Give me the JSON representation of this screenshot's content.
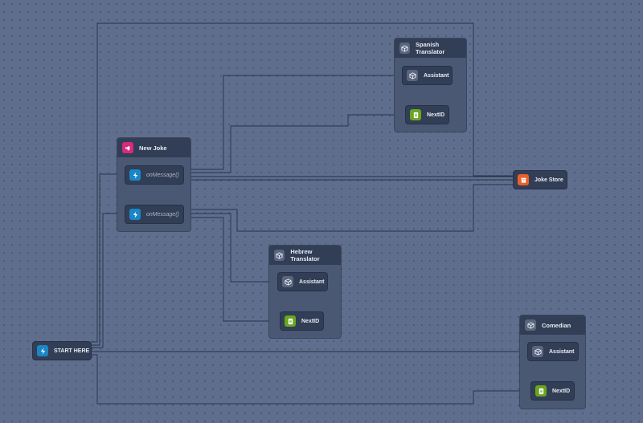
{
  "nodes": {
    "start_here": {
      "label": "START HERE",
      "icon": "bolt-icon"
    },
    "new_joke": {
      "title": "New Joke",
      "icon": "megaphone-icon",
      "handlers": [
        {
          "label": "onMessage()",
          "icon": "bolt-icon"
        },
        {
          "label": "onMessage()",
          "icon": "bolt-icon"
        }
      ]
    },
    "spanish_translator": {
      "title": "Spanish Translator",
      "icon": "cube-icon",
      "assistant": "Assistant",
      "next_id": "NextID"
    },
    "hebrew_translator": {
      "title": "Hebrew Translator",
      "icon": "cube-icon",
      "assistant": "Assistant",
      "next_id": "NextID"
    },
    "comedian": {
      "title": "Comedian",
      "icon": "cube-icon",
      "assistant": "Assistant",
      "next_id": "NextID"
    },
    "joke_store": {
      "label": "Joke Store",
      "icon": "storage-icon"
    }
  },
  "colors": {
    "canvas": "#5f6e8c",
    "wire": "#27314a",
    "container": "#4a5874",
    "node": "#323e55",
    "blue": "#1a86c8",
    "pink": "#d62a7c",
    "green": "#6aa51f",
    "orange": "#e8612a",
    "gray": "#5a667e"
  }
}
